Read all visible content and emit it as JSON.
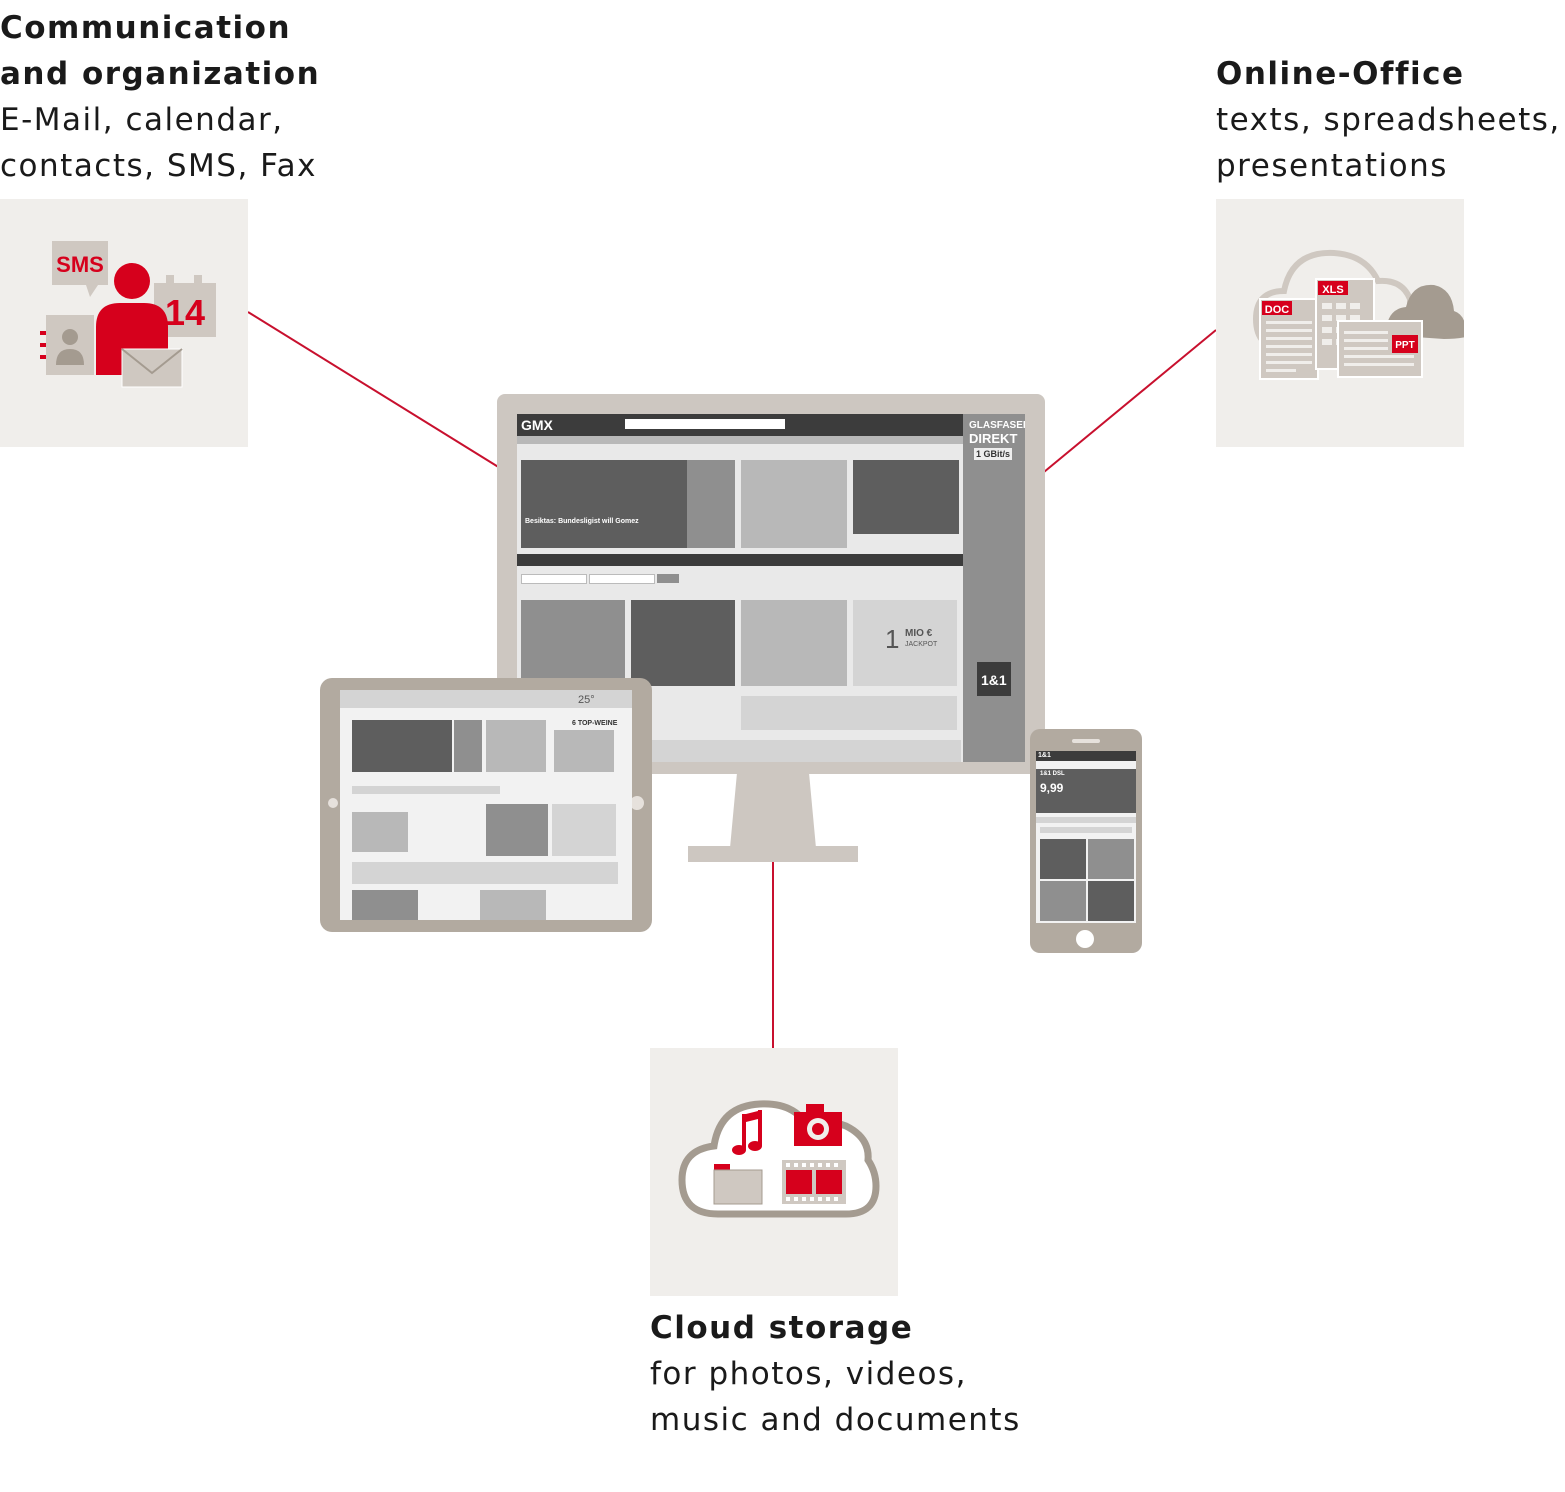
{
  "nodes": {
    "communication": {
      "title_lines": [
        "Communication",
        "and organization"
      ],
      "text_lines": [
        "E-Mail, calendar,",
        "contacts, SMS, Fax"
      ],
      "icon_labels": {
        "sms": "SMS",
        "calendar_day": "14"
      }
    },
    "office": {
      "title_lines": [
        "Online-Office"
      ],
      "text_lines": [
        "texts, spreadsheets,",
        "presentations"
      ],
      "icon_labels": {
        "doc": "DOC",
        "xls": "XLS",
        "ppt": "PPT"
      }
    },
    "cloud": {
      "title_lines": [
        "Cloud storage"
      ],
      "text_lines": [
        "for photos, videos,",
        "music and documents"
      ]
    }
  },
  "devices": {
    "monitor": {
      "site_logo": "GMX",
      "promo_title": [
        "GLASFASER",
        "DIREKT"
      ],
      "promo_speed": "1 GBit/s",
      "brand": "1&1",
      "lotto_amount": "1",
      "lotto_unit": "MIO €",
      "lotto_label": "JACKPOT",
      "headline": "Besiktas: Bundesligist will Gomez"
    },
    "tablet": {
      "temperature": "25°",
      "promo": "6 TOP-WEINE"
    },
    "phone": {
      "brand": "1&1",
      "price": "9,99",
      "product": "1&1 DSL"
    }
  },
  "colors": {
    "accent": "#d6001c",
    "device": "#b8b0a7",
    "device_dark": "#a49b90",
    "tile": "#f0eeeb",
    "connector": "#c8102e",
    "icon_gray": "#cfc8c1"
  }
}
